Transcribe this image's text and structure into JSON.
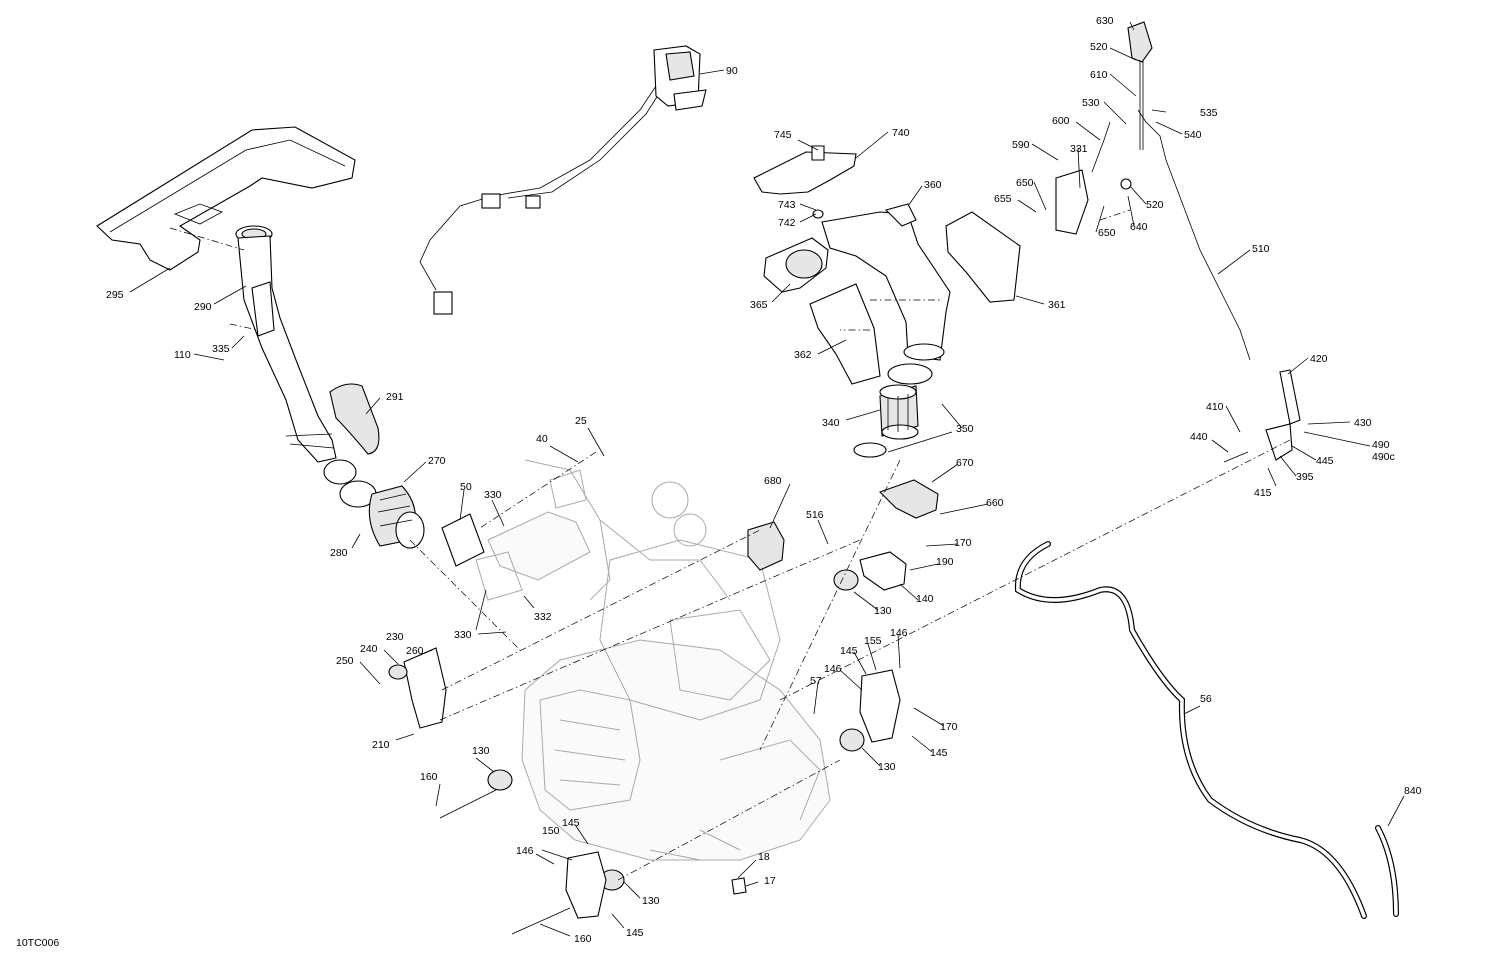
{
  "diagram": {
    "code": "10TC006",
    "callouts": [
      "90",
      "295",
      "290",
      "335",
      "110",
      "291",
      "270",
      "280",
      "50",
      "330",
      "332",
      "40",
      "25",
      "260",
      "230",
      "240",
      "250",
      "210",
      "160",
      "130",
      "150",
      "145",
      "146",
      "18",
      "17",
      "740",
      "745",
      "743",
      "742",
      "360",
      "365",
      "362",
      "361",
      "340",
      "350",
      "680",
      "516",
      "670",
      "660",
      "170",
      "190",
      "140",
      "155",
      "57",
      "600",
      "590",
      "331",
      "650",
      "655",
      "640",
      "630",
      "520",
      "610",
      "530",
      "535",
      "540",
      "510",
      "420",
      "410",
      "440",
      "430",
      "490",
      "490c",
      "445",
      "395",
      "415",
      "56",
      "840"
    ]
  }
}
